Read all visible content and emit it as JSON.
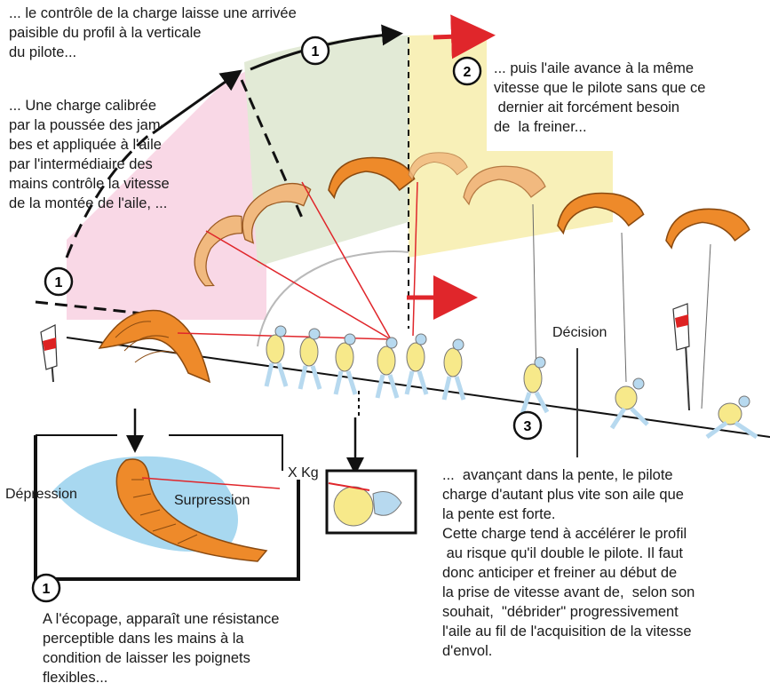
{
  "texts": {
    "top_left": "... le contrôle de la charge laisse une arrivée\npaisible du profil à la verticale\ndu pilote...",
    "left_mid": "... Une charge calibrée\npar la poussée des jam-\nbes et appliquée à l'aile\npar l'intermédiaire des\nmains contrôle la vitesse\nde la montée de l'aile, ...",
    "top_right": "... puis l'aile avance à la même\nvitesse que le pilote sans que ce\n dernier ait forcément besoin\nde  la freiner...",
    "bottom_left": "A l'écopage, apparaît une résistance\nperceptible dans les mains à la\ncondition de laisser les poignets\nflexibles...",
    "bottom_right": "...  avançant dans la pente, le pilote\ncharge d'autant plus vite son aile que\nla pente est forte.\nCette charge tend à accélérer le profil\n au risque qu'il double le pilote. Il faut\ndonc anticiper et freiner au début de\nla prise de vitesse avant de,  selon son\nsouhait,  \"débrider\" progressivement\nl'aile au fil de l'acquisition de la vitesse\nd'envol."
  },
  "labels": {
    "decision": "Décision",
    "depression": "Dépression",
    "surpression": "Surpression",
    "weight": "X Kg"
  },
  "badges": {
    "phase1_top": "1",
    "phase1_left": "1",
    "phase1_bottom": "1",
    "phase2": "2",
    "phase3": "3"
  },
  "colors": {
    "wing_orange": "#ee8a2a",
    "wing_pale": "#f1b97f",
    "zone_pink": "#f9d8e6",
    "zone_green": "#e2ead6",
    "zone_yellow": "#f8f0b8",
    "arrow_red": "#e0262b",
    "air_blue": "#a8d8f0",
    "pilot_yellow": "#f7e98a",
    "pilot_blue": "#b7d9ef"
  }
}
